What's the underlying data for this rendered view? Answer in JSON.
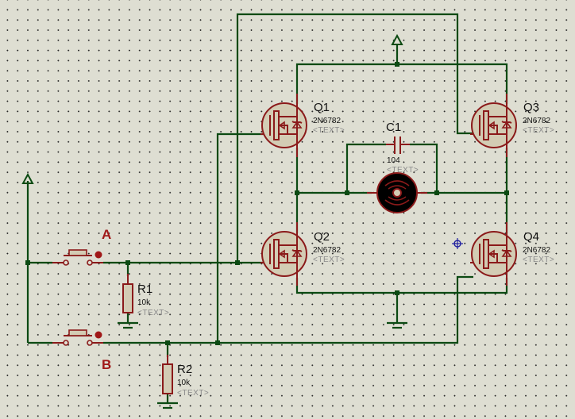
{
  "colors": {
    "background": "#deded2",
    "wire": "#0b4a12",
    "component": "#8b1a1a",
    "component_fill": "#d3ccb4",
    "cursor": "#2020a0"
  },
  "components": {
    "Q1": {
      "ref": "Q1",
      "value": "2N6782",
      "text": "<TEXT>"
    },
    "Q2": {
      "ref": "Q2",
      "value": "2N6782",
      "text": "<TEXT>"
    },
    "Q3": {
      "ref": "Q3",
      "value": "2N6782",
      "text": "<TEXT>"
    },
    "Q4": {
      "ref": "Q4",
      "value": "2N6782",
      "text": "<TEXT>"
    },
    "C1": {
      "ref": "C1",
      "value": "104",
      "text": "<TEXT>"
    },
    "R1": {
      "ref": "R1",
      "value": "10k",
      "text": "<TEXT>"
    },
    "R2": {
      "ref": "R2",
      "value": "10k",
      "text": "<TEXT>"
    },
    "SW_A": {
      "label": "A"
    },
    "SW_B": {
      "label": "B"
    },
    "motor": {
      "name": "DC motor"
    }
  },
  "icons": {
    "power": "power-terminal-icon",
    "ground": "ground-icon",
    "cursor": "crosshair-cursor-icon"
  }
}
